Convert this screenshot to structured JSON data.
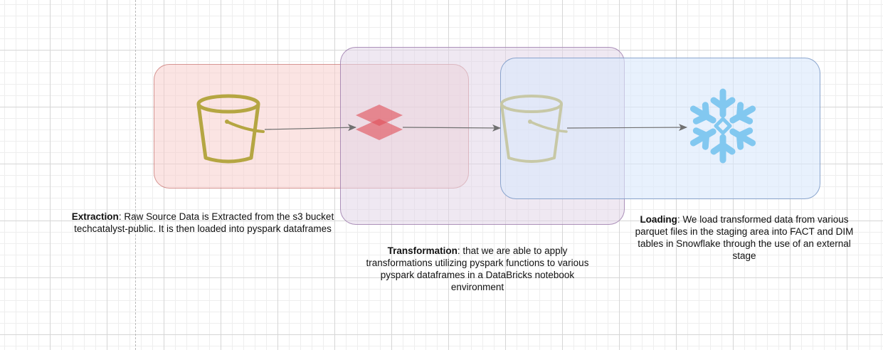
{
  "stages": {
    "extraction": {
      "title": "Extraction",
      "description": ": Raw Source Data is Extracted  from the s3 bucket techcatalyst-public. It is then loaded into pyspark dataframes"
    },
    "transformation": {
      "title": "Transformation",
      "description": ": that we are able to apply transformations utilizing pyspark functions to various pyspark dataframes in a DataBricks notebook environment"
    },
    "loading": {
      "title": "Loading",
      "description": ": We load transformed data from various parquet files in the staging area into FACT and DIM tables in Snowflake through the use of an external stage"
    }
  },
  "icons": [
    "s3-bucket-icon",
    "databricks-icon",
    "s3-staging-bucket-icon",
    "snowflake-icon"
  ],
  "colors": {
    "extraction_fill": "#f8cecc",
    "extraction_stroke": "#b85450",
    "transformation_fill": "#e1d5e7",
    "transformation_stroke": "#9673a6",
    "loading_fill": "#dae8fc",
    "loading_stroke": "#6c8ebf",
    "bucket_olive": "#b5a642",
    "databricks_red": "#e0505a",
    "snowflake_blue": "#82c8f0",
    "arrow_gray": "#707070"
  }
}
